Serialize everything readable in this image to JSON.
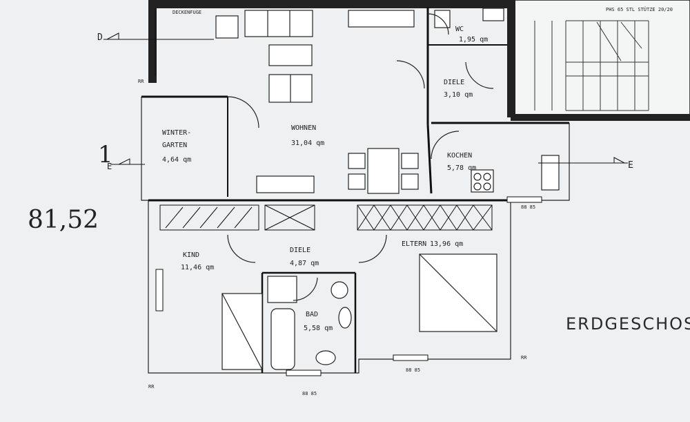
{
  "rooms": {
    "wohnen": {
      "name": "WOHNEN",
      "area": "31,04 qm"
    },
    "wintergarten": {
      "name1": "WINTER-",
      "name2": "GARTEN",
      "area": "4,64 qm"
    },
    "wc": {
      "name": "WC",
      "area": "1,95 qm"
    },
    "diele_top": {
      "name": "DIELE",
      "area": "3,10 qm"
    },
    "kochen": {
      "name": "KOCHEN",
      "area": "5,78 qm"
    },
    "kind": {
      "name": "KIND",
      "area": "11,46 qm"
    },
    "diele_mid": {
      "name": "DIELE",
      "area": "4,87 qm"
    },
    "bad": {
      "name": "BAD",
      "area": "5,58 qm"
    },
    "eltern": {
      "name": "ELTERN",
      "area": "13,96 qm"
    }
  },
  "annotations": {
    "handwritten_total": "81,52",
    "handwritten_one": "1",
    "floor_label": "ERDGESCHOSS",
    "section_d": "D",
    "section_e_left": "E",
    "section_e_right": "E",
    "stair_note": "PHS 65 STL STÜTZE 20/20",
    "deckenfuge": "DECKENFUGE",
    "window_label": "88 85",
    "rr": "RR"
  }
}
